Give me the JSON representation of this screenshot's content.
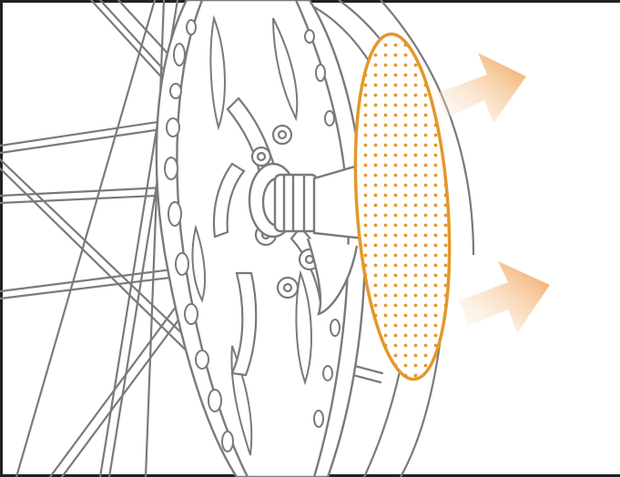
{
  "figure": {
    "subject": "bicycle-disc-brake-rotor",
    "highlight_icon": "perforated-caliper-zone",
    "arrow_icon": "direction-arrow"
  },
  "colors": {
    "line": "#7a7a7a",
    "highlight": "#e3982a",
    "arrow_start": "#fbe3c8",
    "arrow_end": "#f0a457",
    "frame": "#222222",
    "background": "#ffffff"
  }
}
